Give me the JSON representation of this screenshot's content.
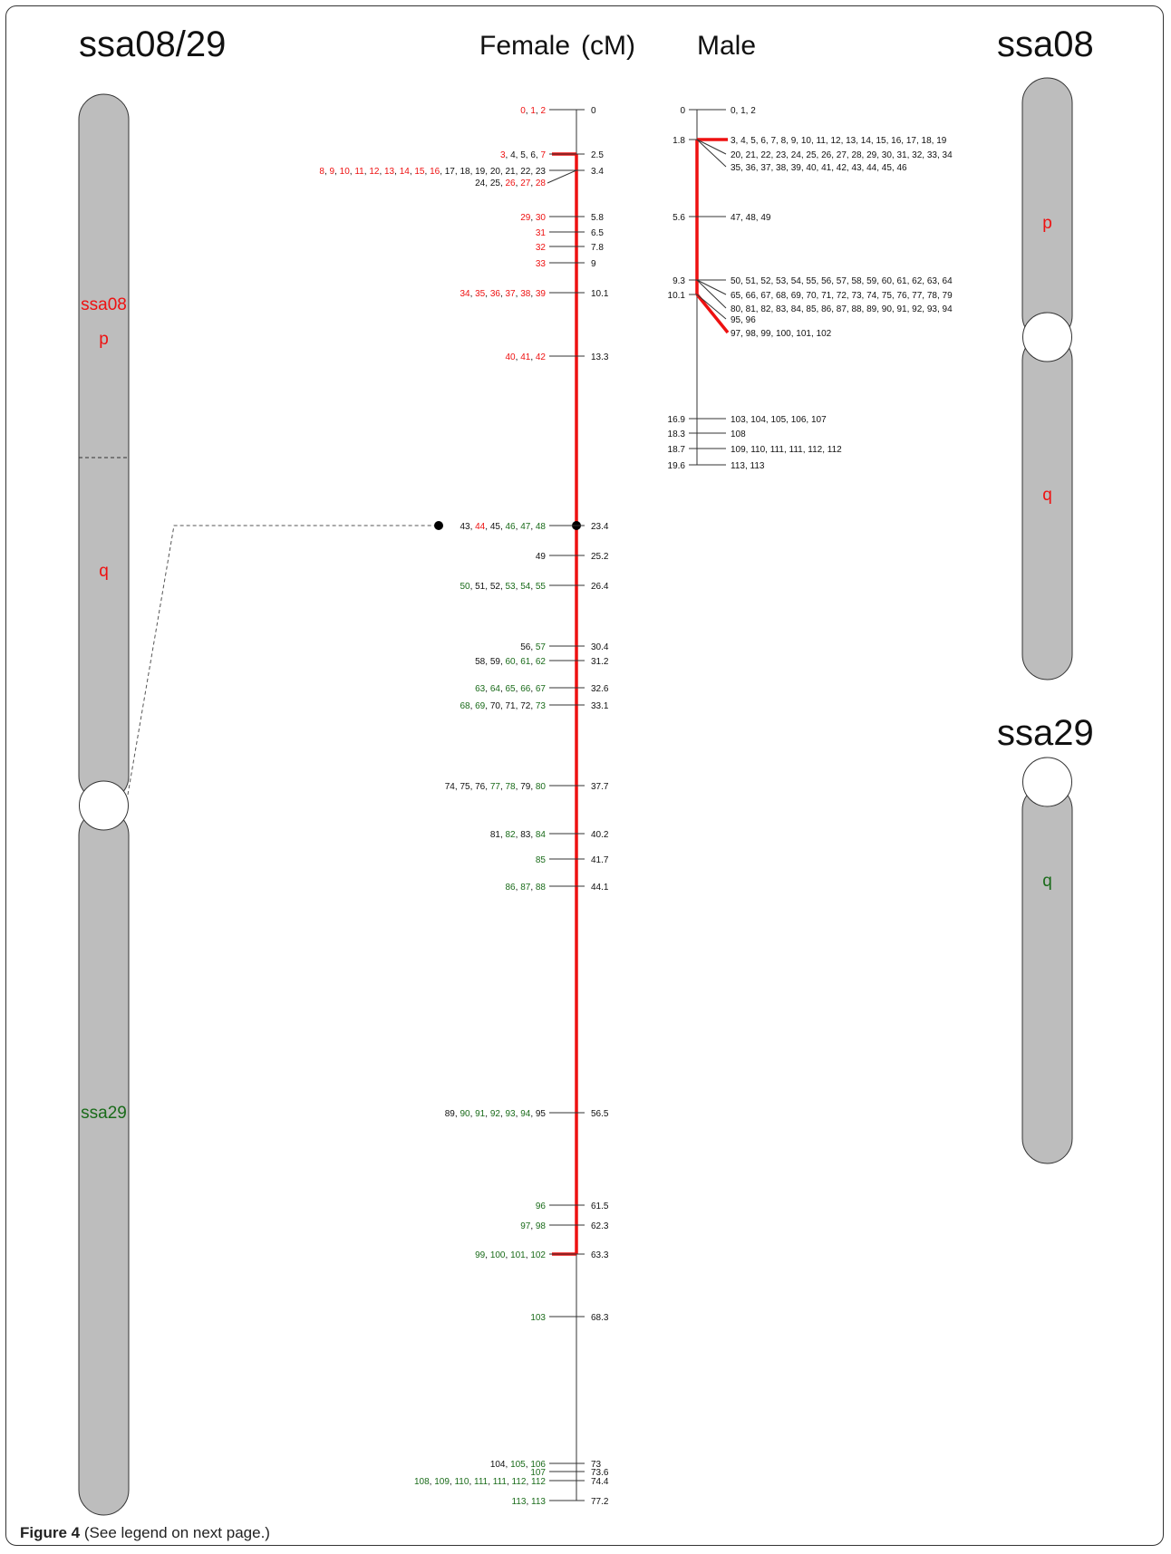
{
  "titles": {
    "left": "ssa08/29",
    "female": "Female",
    "unit": "(cM)",
    "male": "Male",
    "right_top": "ssa08",
    "right_bottom": "ssa29"
  },
  "colors": {
    "ssa08": "#ee1111",
    "ssa29": "#1a6b1a",
    "plain": "#111111",
    "chromosome": "#bdbdbd",
    "highlight": "#ee1111"
  },
  "chromosome_labels": {
    "left_ssa08": "ssa08",
    "left_p": "p",
    "left_q": "q",
    "left_ssa29": "ssa29",
    "right_top_p": "p",
    "right_top_q": "q",
    "right_bottom_q": "q"
  },
  "caption": {
    "label": "Figure 4",
    "text": "(See legend on next page.)"
  },
  "female": [
    {
      "pos": "0",
      "m": [
        [
          "0",
          "r"
        ],
        [
          "1",
          "r"
        ],
        [
          "2",
          "r"
        ]
      ]
    },
    {
      "pos": "2.5",
      "m": [
        [
          "3",
          "r"
        ],
        [
          "4",
          "k"
        ],
        [
          "5",
          "k"
        ],
        [
          "6",
          "k"
        ],
        [
          "7",
          "r"
        ]
      ]
    },
    {
      "pos": "3.4",
      "m": [
        [
          "8",
          "r"
        ],
        [
          "9",
          "r"
        ],
        [
          "10",
          "r"
        ],
        [
          "11",
          "r"
        ],
        [
          "12",
          "r"
        ],
        [
          "13",
          "r"
        ],
        [
          "14",
          "r"
        ],
        [
          "15",
          "r"
        ],
        [
          "16",
          "r"
        ],
        [
          "17",
          "k"
        ],
        [
          "18",
          "k"
        ],
        [
          "19",
          "k"
        ],
        [
          "20",
          "k"
        ],
        [
          "21",
          "k"
        ],
        [
          "22",
          "k"
        ],
        [
          "23",
          "k"
        ]
      ],
      "m2": [
        [
          "24",
          "k"
        ],
        [
          "25",
          "k"
        ],
        [
          "26",
          "r"
        ],
        [
          "27",
          "r"
        ],
        [
          "28",
          "r"
        ]
      ]
    },
    {
      "pos": "5.8",
      "m": [
        [
          "29",
          "r"
        ],
        [
          "30",
          "r"
        ]
      ]
    },
    {
      "pos": "6.5",
      "m": [
        [
          "31",
          "r"
        ]
      ]
    },
    {
      "pos": "7.8",
      "m": [
        [
          "32",
          "r"
        ]
      ]
    },
    {
      "pos": "9",
      "m": [
        [
          "33",
          "r"
        ]
      ]
    },
    {
      "pos": "10.1",
      "m": [
        [
          "34",
          "r"
        ],
        [
          "35",
          "r"
        ],
        [
          "36",
          "r"
        ],
        [
          "37",
          "r"
        ],
        [
          "38",
          "r"
        ],
        [
          "39",
          "r"
        ]
      ]
    },
    {
      "pos": "13.3",
      "m": [
        [
          "40",
          "r"
        ],
        [
          "41",
          "r"
        ],
        [
          "42",
          "r"
        ]
      ]
    },
    {
      "pos": "23.4",
      "m": [
        [
          "43",
          "k"
        ],
        [
          "44",
          "r"
        ],
        [
          "45",
          "k"
        ],
        [
          "46",
          "g"
        ],
        [
          "47",
          "g"
        ],
        [
          "48",
          "g"
        ]
      ]
    },
    {
      "pos": "25.2",
      "m": [
        [
          "49",
          "k"
        ]
      ]
    },
    {
      "pos": "26.4",
      "m": [
        [
          "50",
          "g"
        ],
        [
          "51",
          "k"
        ],
        [
          "52",
          "k"
        ],
        [
          "53",
          "g"
        ],
        [
          "54",
          "g"
        ],
        [
          "55",
          "g"
        ]
      ]
    },
    {
      "pos": "30.4",
      "m": [
        [
          "56",
          "k"
        ],
        [
          "57",
          "g"
        ]
      ]
    },
    {
      "pos": "31.2",
      "m": [
        [
          "58",
          "k"
        ],
        [
          "59",
          "k"
        ],
        [
          "60",
          "g"
        ],
        [
          "61",
          "g"
        ],
        [
          "62",
          "g"
        ]
      ]
    },
    {
      "pos": "32.6",
      "m": [
        [
          "63",
          "g"
        ],
        [
          "64",
          "g"
        ],
        [
          "65",
          "g"
        ],
        [
          "66",
          "g"
        ],
        [
          "67",
          "g"
        ]
      ]
    },
    {
      "pos": "33.1",
      "m": [
        [
          "68",
          "g"
        ],
        [
          "69",
          "g"
        ],
        [
          "70",
          "k"
        ],
        [
          "71",
          "k"
        ],
        [
          "72",
          "k"
        ],
        [
          "73",
          "g"
        ]
      ]
    },
    {
      "pos": "37.7",
      "m": [
        [
          "74",
          "k"
        ],
        [
          "75",
          "k"
        ],
        [
          "76",
          "k"
        ],
        [
          "77",
          "g"
        ],
        [
          "78",
          "g"
        ],
        [
          "79",
          "k"
        ],
        [
          "80",
          "g"
        ]
      ]
    },
    {
      "pos": "40.2",
      "m": [
        [
          "81",
          "k"
        ],
        [
          "82",
          "g"
        ],
        [
          "83",
          "k"
        ],
        [
          "84",
          "g"
        ]
      ]
    },
    {
      "pos": "41.7",
      "m": [
        [
          "85",
          "g"
        ]
      ]
    },
    {
      "pos": "44.1",
      "m": [
        [
          "86",
          "g"
        ],
        [
          "87",
          "g"
        ],
        [
          "88",
          "g"
        ]
      ]
    },
    {
      "pos": "56.5",
      "m": [
        [
          "89",
          "k"
        ],
        [
          "90",
          "g"
        ],
        [
          "91",
          "g"
        ],
        [
          "92",
          "g"
        ],
        [
          "93",
          "g"
        ],
        [
          "94",
          "g"
        ],
        [
          "95",
          "k"
        ]
      ]
    },
    {
      "pos": "61.5",
      "m": [
        [
          "96",
          "g"
        ]
      ]
    },
    {
      "pos": "62.3",
      "m": [
        [
          "97",
          "g"
        ],
        [
          "98",
          "g"
        ]
      ]
    },
    {
      "pos": "63.3",
      "m": [
        [
          "99",
          "g"
        ],
        [
          "100",
          "g"
        ],
        [
          "101",
          "g"
        ],
        [
          "102",
          "g"
        ]
      ]
    },
    {
      "pos": "68.3",
      "m": [
        [
          "103",
          "g"
        ]
      ]
    },
    {
      "pos": "73",
      "m": [
        [
          "104",
          "k"
        ],
        [
          "105",
          "g"
        ],
        [
          "106",
          "g"
        ]
      ]
    },
    {
      "pos": "73.6",
      "m": [
        [
          "107",
          "g"
        ]
      ]
    },
    {
      "pos": "74.4",
      "m": [
        [
          "108",
          "g"
        ],
        [
          "109",
          "g"
        ],
        [
          "110",
          "g"
        ],
        [
          "111",
          "g"
        ],
        [
          "111",
          "g"
        ],
        [
          "112",
          "g"
        ],
        [
          "112",
          "g"
        ]
      ]
    },
    {
      "pos": "77.2",
      "m": [
        [
          "113",
          "g"
        ],
        [
          "113",
          "g"
        ]
      ]
    }
  ],
  "male_positions": [
    "0",
    "1.8",
    "5.6",
    "9.3",
    "10.1",
    "16.9",
    "18.3",
    "18.7",
    "19.6"
  ],
  "male_labels": [
    "0, 1, 2",
    "3, 4, 5, 6, 7, 8, 9, 10, 11, 12, 13, 14, 15, 16, 17, 18, 19",
    "20, 21, 22, 23, 24, 25, 26, 27, 28, 29, 30, 31, 32, 33, 34",
    "35, 36, 37, 38, 39, 40, 41, 42, 43, 44, 45, 46",
    "47, 48, 49",
    "50, 51, 52, 53, 54, 55, 56, 57, 58, 59, 60, 61, 62, 63, 64",
    "65, 66, 67, 68, 69, 70, 71, 72, 73, 74, 75, 76, 77, 78, 79",
    "80, 81, 82, 83, 84, 85, 86, 87, 88, 89, 90, 91, 92, 93, 94",
    "95, 96",
    "97, 98, 99, 100, 101, 102",
    "103, 104, 105, 106, 107",
    "108",
    "109, 110, 111, 111, 112, 112",
    "113, 113"
  ]
}
